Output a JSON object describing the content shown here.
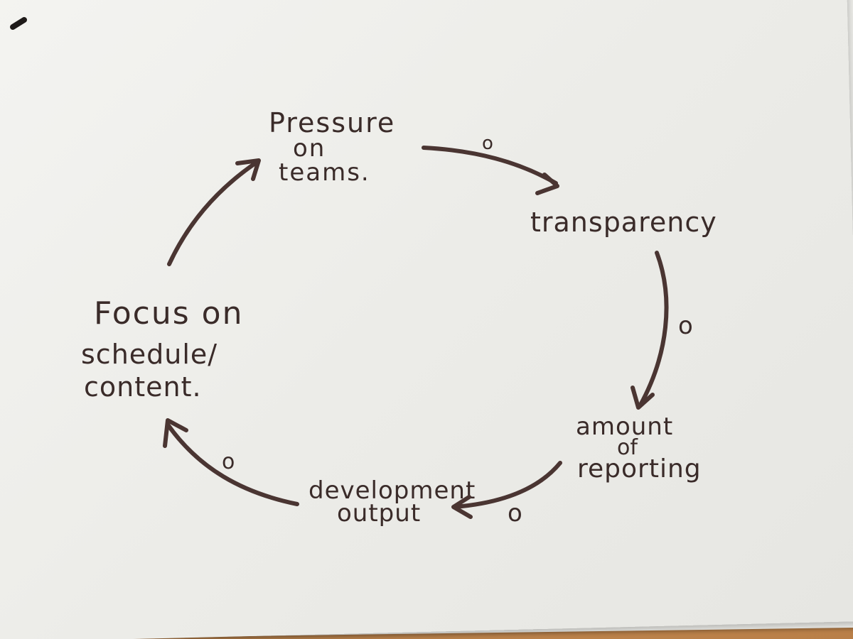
{
  "nodes": {
    "pressure": {
      "lines": [
        "Pressure",
        "on",
        "teams."
      ]
    },
    "transparency": {
      "lines": [
        "transparency"
      ]
    },
    "reporting": {
      "lines": [
        "amount",
        "of",
        "reporting"
      ]
    },
    "output": {
      "lines": [
        "development",
        "output"
      ]
    },
    "focus": {
      "lines": [
        "Focus on",
        "schedule/",
        "content."
      ]
    }
  },
  "links": [
    {
      "from": "Pressure on teams.",
      "to": "transparency",
      "polarity": "o"
    },
    {
      "from": "transparency",
      "to": "amount of reporting",
      "polarity": "o"
    },
    {
      "from": "amount of reporting",
      "to": "development output",
      "polarity": "o"
    },
    {
      "from": "development output",
      "to": "Focus on schedule/content.",
      "polarity": "o"
    },
    {
      "from": "Focus on schedule/content.",
      "to": "Pressure on teams.",
      "polarity": ""
    }
  ],
  "colors": {
    "ink": "#3a2b29",
    "paper": "#efefec",
    "table": "#c48d55"
  }
}
